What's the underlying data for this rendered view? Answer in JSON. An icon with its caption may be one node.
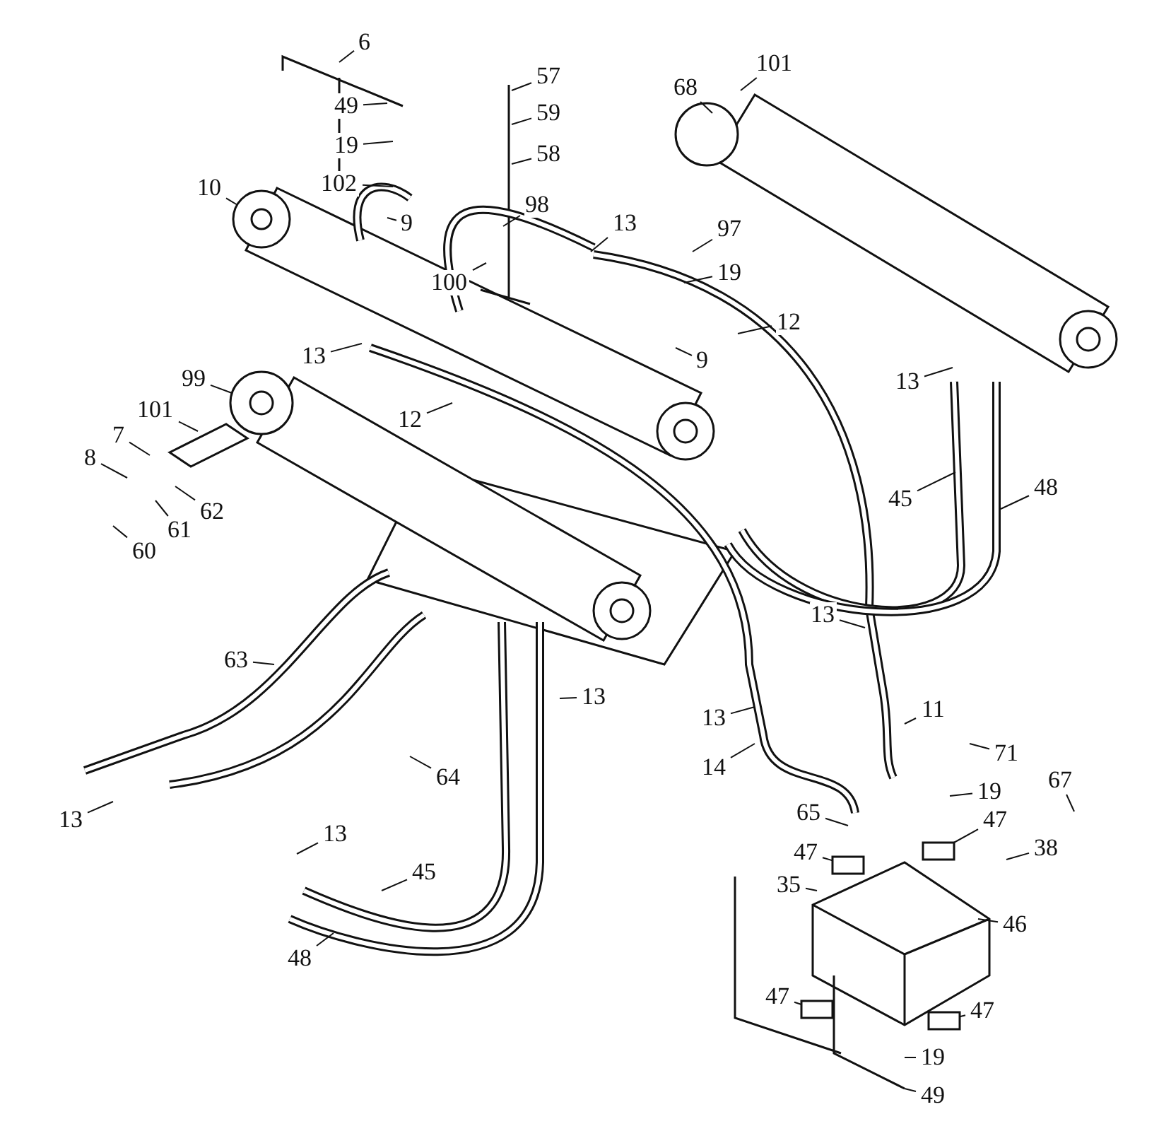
{
  "diagram": {
    "nodes": [
      {
        "text": [
          "6"
        ]
      },
      {
        "text": [
          "49"
        ]
      },
      {
        "text": [
          "19"
        ]
      },
      {
        "text": [
          "102"
        ]
      },
      {
        "text": [
          "9"
        ]
      },
      {
        "text": [
          "10"
        ]
      },
      {
        "text": [
          "57"
        ]
      },
      {
        "text": [
          "59"
        ]
      },
      {
        "text": [
          "58"
        ]
      },
      {
        "text": [
          "98"
        ]
      },
      {
        "text": [
          "13"
        ]
      },
      {
        "text": [
          "100"
        ]
      },
      {
        "text": [
          "97"
        ]
      },
      {
        "text": [
          "19"
        ]
      },
      {
        "text": [
          "12"
        ]
      },
      {
        "text": [
          "9"
        ]
      },
      {
        "text": [
          "101"
        ]
      },
      {
        "text": [
          "68"
        ]
      },
      {
        "text": [
          "13"
        ]
      },
      {
        "text": [
          "99"
        ]
      },
      {
        "text": [
          "101"
        ]
      },
      {
        "text": [
          "7"
        ]
      },
      {
        "text": [
          "8"
        ]
      },
      {
        "text": [
          "12"
        ]
      },
      {
        "text": [
          "62"
        ]
      },
      {
        "text": [
          "61"
        ]
      },
      {
        "text": [
          "60"
        ]
      },
      {
        "text": [
          "13"
        ]
      },
      {
        "text": [
          "45"
        ]
      },
      {
        "text": [
          "48"
        ]
      },
      {
        "text": [
          "13"
        ]
      },
      {
        "text": [
          "63"
        ]
      },
      {
        "text": [
          "13"
        ]
      },
      {
        "text": [
          "13"
        ]
      },
      {
        "text": [
          "11"
        ]
      },
      {
        "text": [
          "14"
        ]
      },
      {
        "text": [
          "64"
        ]
      },
      {
        "text": [
          "71"
        ]
      },
      {
        "text": [
          "19"
        ]
      },
      {
        "text": [
          "67"
        ]
      },
      {
        "text": [
          "38"
        ]
      },
      {
        "text": [
          "65"
        ]
      },
      {
        "text": [
          "47"
        ]
      },
      {
        "text": [
          "47"
        ]
      },
      {
        "text": [
          "13"
        ]
      },
      {
        "text": [
          "13"
        ]
      },
      {
        "text": [
          "45"
        ]
      },
      {
        "text": [
          "35"
        ]
      },
      {
        "text": [
          "46"
        ]
      },
      {
        "text": [
          "48"
        ]
      },
      {
        "text": [
          "47"
        ]
      },
      {
        "text": [
          "47"
        ]
      },
      {
        "text": [
          "19"
        ]
      },
      {
        "text": [
          "49"
        ]
      },
      {
        "text": [],
        "shape": "box"
      },
      {
        "text": [],
        "shape": "box"
      },
      {
        "text": [],
        "shape": "box"
      },
      {
        "text": [],
        "shape": "box"
      }
    ],
    "edges": [
      {
        "from": 0,
        "to": null,
        "arrow": "none"
      },
      {
        "from": 1,
        "to": null,
        "arrow": "none"
      },
      {
        "from": 2,
        "to": null,
        "arrow": "none"
      },
      {
        "from": 3,
        "to": null,
        "arrow": "none"
      },
      {
        "from": 4,
        "to": null,
        "arrow": "none"
      },
      {
        "from": 5,
        "to": null,
        "arrow": "none"
      },
      {
        "from": 6,
        "to": null,
        "arrow": "none"
      },
      {
        "from": 7,
        "to": null,
        "arrow": "none"
      },
      {
        "from": 8,
        "to": null,
        "arrow": "none"
      },
      {
        "from": 9,
        "to": null,
        "arrow": "none"
      },
      {
        "from": 10,
        "to": null,
        "arrow": "none"
      },
      {
        "from": 11,
        "to": null,
        "arrow": "none"
      },
      {
        "from": 12,
        "to": null,
        "arrow": "none"
      },
      {
        "from": 13,
        "to": null,
        "arrow": "none"
      },
      {
        "from": 14,
        "to": null,
        "arrow": "none"
      },
      {
        "from": 15,
        "to": null,
        "arrow": "none"
      },
      {
        "from": 16,
        "to": null,
        "arrow": "none"
      },
      {
        "from": 17,
        "to": null,
        "arrow": "none"
      },
      {
        "from": 18,
        "to": null,
        "arrow": "none"
      },
      {
        "from": 19,
        "to": null,
        "arrow": "none"
      },
      {
        "from": 20,
        "to": null,
        "arrow": "none"
      },
      {
        "from": 21,
        "to": null,
        "arrow": "none"
      },
      {
        "from": 22,
        "to": null,
        "arrow": "none"
      },
      {
        "from": 23,
        "to": null,
        "arrow": "none"
      },
      {
        "from": 24,
        "to": null,
        "arrow": "none"
      },
      {
        "from": 25,
        "to": null,
        "arrow": "none"
      },
      {
        "from": 26,
        "to": null,
        "arrow": "none"
      },
      {
        "from": 27,
        "to": null,
        "arrow": "none"
      },
      {
        "from": 28,
        "to": null,
        "arrow": "none"
      },
      {
        "from": 29,
        "to": null,
        "arrow": "none"
      },
      {
        "from": 30,
        "to": null,
        "arrow": "none"
      },
      {
        "from": 31,
        "to": null,
        "arrow": "none"
      },
      {
        "from": 32,
        "to": null,
        "arrow": "none"
      },
      {
        "from": 33,
        "to": null,
        "arrow": "none"
      },
      {
        "from": 34,
        "to": null,
        "arrow": "none"
      },
      {
        "from": 35,
        "to": null,
        "arrow": "none"
      },
      {
        "from": 36,
        "to": null,
        "arrow": "none"
      },
      {
        "from": 37,
        "to": null,
        "arrow": "none"
      },
      {
        "from": 38,
        "to": null,
        "arrow": "none"
      },
      {
        "from": 39,
        "to": null,
        "arrow": "none"
      },
      {
        "from": 40,
        "to": null,
        "arrow": "none"
      },
      {
        "from": 41,
        "to": null,
        "arrow": "none"
      },
      {
        "from": 42,
        "to": 55,
        "arrow": "none"
      },
      {
        "from": 43,
        "to": 54,
        "arrow": "none"
      },
      {
        "from": 44,
        "to": null,
        "arrow": "none"
      },
      {
        "from": 45,
        "to": null,
        "arrow": "none"
      },
      {
        "from": 46,
        "to": null,
        "arrow": "none"
      },
      {
        "from": 47,
        "to": null,
        "arrow": "none"
      },
      {
        "from": 48,
        "to": null,
        "arrow": "none"
      },
      {
        "from": 49,
        "to": null,
        "arrow": "none"
      },
      {
        "from": 50,
        "to": 56,
        "arrow": "none"
      },
      {
        "from": 51,
        "to": 57,
        "arrow": "none"
      },
      {
        "from": 52,
        "to": null,
        "arrow": "none"
      },
      {
        "from": 53,
        "to": null,
        "arrow": "none"
      }
    ]
  }
}
